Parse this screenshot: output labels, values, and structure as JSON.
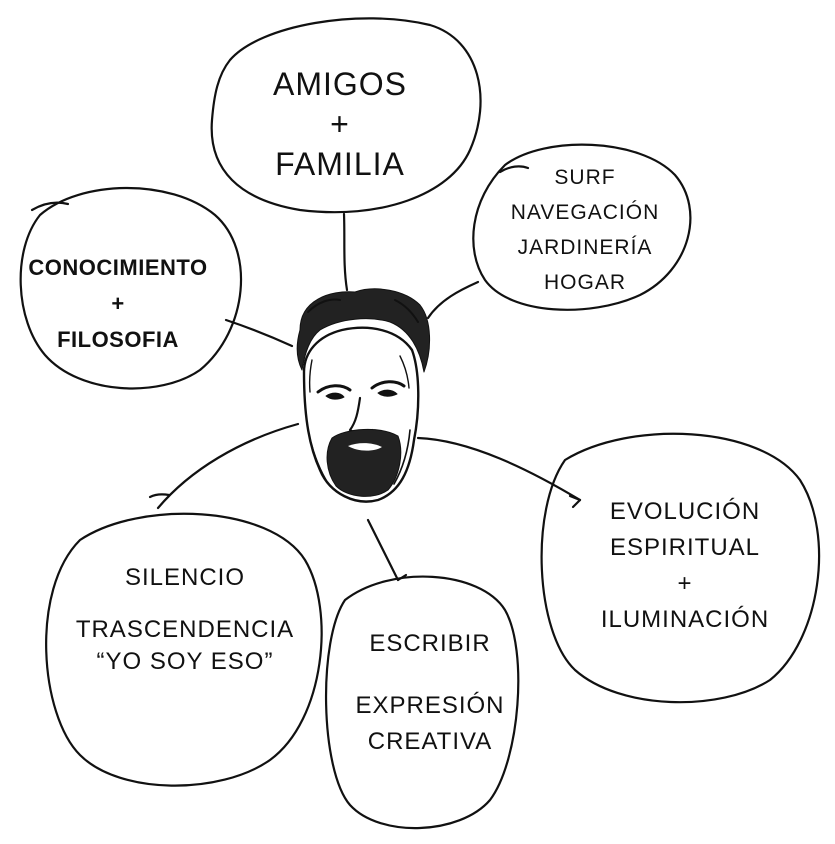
{
  "center": {
    "icon": "portrait-sketch-icon"
  },
  "bubbles": {
    "amigos": {
      "lines": [
        "AMIGOS",
        "+",
        "FAMILIA"
      ]
    },
    "surf": {
      "lines": [
        "SURF",
        "NAVEGACIÓN",
        "JARDINERÍA",
        "HOGAR"
      ]
    },
    "conocimiento": {
      "lines": [
        "CONOCIMIENTO",
        "+",
        "FILOSOFIA"
      ]
    },
    "evolucion": {
      "lines": [
        "EVOLUCIÓN",
        "ESPIRITUAL",
        "+",
        "ILUMINACIÓN"
      ]
    },
    "silencio": {
      "lines": [
        "SILENCIO",
        "TRASCENDENCIA",
        "“YO SOY ESO”"
      ]
    },
    "escribir": {
      "lines": [
        "ESCRIBIR",
        "EXPRESIÓN",
        "CREATIVA"
      ]
    }
  },
  "colors": {
    "ink": "#111111",
    "background": "#ffffff"
  }
}
